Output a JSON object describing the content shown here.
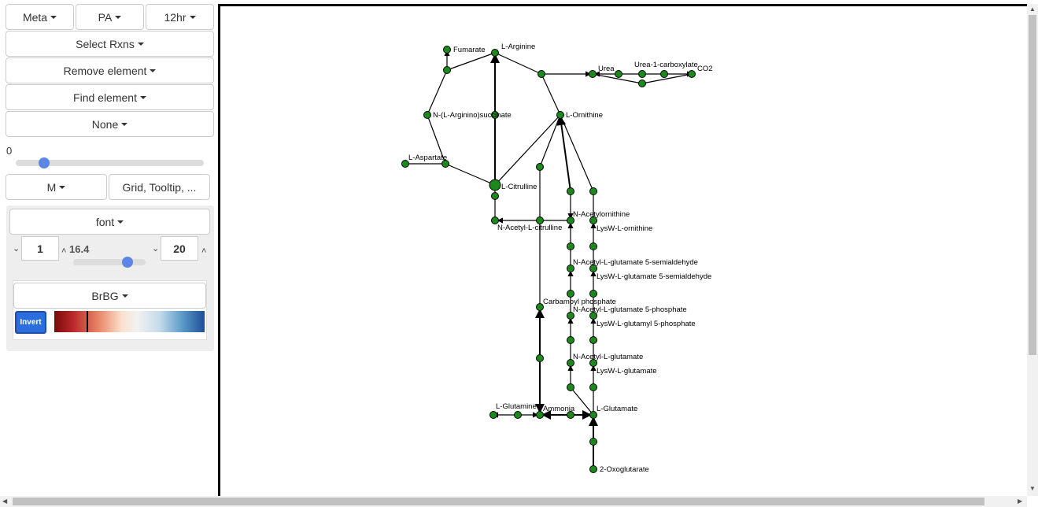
{
  "sidebar": {
    "dropdowns_row1": [
      {
        "key": "meta",
        "label": "Meta"
      },
      {
        "key": "pa",
        "label": "PA"
      },
      {
        "key": "time",
        "label": "12hr"
      }
    ],
    "select_rxns": "Select Rxns",
    "remove_element": "Remove element",
    "find_element": "Find element",
    "none_dropdown": "None",
    "slider_value": "0",
    "slider_fraction": 0.13,
    "m_dropdown": "M",
    "options_dropdown": "Grid, Tooltip, ...",
    "font_dropdown": "font",
    "font_min": "1",
    "font_current": "16.4",
    "font_max": "20",
    "font_slider_fraction": 0.8,
    "colormap_dropdown": "BrBG",
    "invert_button": "Invert",
    "colors": {
      "accent": "#2a6fdb",
      "slider_thumb": "#5b86e5",
      "node_fill": "#1a8a1a"
    }
  },
  "map": {
    "labels": {
      "fumarate": "Fumarate",
      "arginine": "L-Arginine",
      "urea": "Urea",
      "urea_carboxylate": "Urea-1-carboxylate",
      "co2": "CO2",
      "argininosuccinate": "N-(L-Arginino)succinate",
      "ornithine": "L-Ornithine",
      "aspartate": "L-Aspartate",
      "citrulline": "L-Citrulline",
      "acetylornithine": "N-Acetylornithine",
      "acetylcitrulline": "N-Acetyl-L-citrulline",
      "lysw_ornithine": "LysW-L-ornithine",
      "acetylglutamate_semialdehyde": "N-Acetyl-L-glutamate 5-semialdehyde",
      "lysw_glutamate_semialdehyde": "LysW-L-glutamate 5-semialdehyde",
      "carbamoyl_phosphate": "Carbamoyl phosphate",
      "acetylglutamate_phosphate": "N-Acetyl-L-glutamate 5-phosphate",
      "lysw_glutamyl_phosphate": "LysW-L-glutamyl 5-phosphate",
      "acetylglutamate": "N-Acetyl-L-glutamate",
      "lysw_glutamate": "LysW-L-glutamate",
      "glutamine": "L-Glutamine",
      "ammonia": "Ammonia",
      "glutamate": "L-Glutamate",
      "oxoglutarate": "2-Oxoglutarate"
    }
  }
}
